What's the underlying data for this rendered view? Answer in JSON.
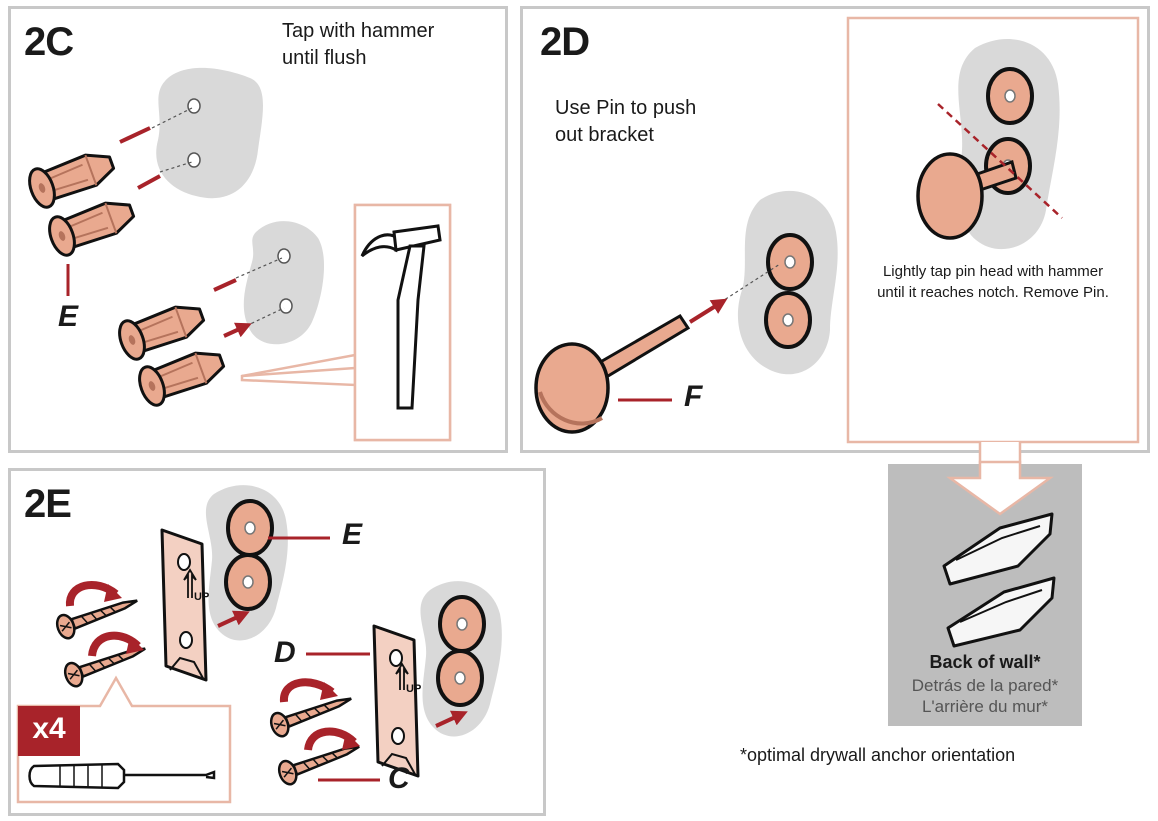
{
  "panel_2c": {
    "step": "2C",
    "instruction_line1": "Tap with hammer",
    "instruction_line2": "until flush",
    "part_label": "E"
  },
  "panel_2d": {
    "step": "2D",
    "instruction_line1": "Use Pin to push",
    "instruction_line2": "out bracket",
    "part_label": "F",
    "detail_note_line1": "Lightly tap pin head with hammer",
    "detail_note_line2": "until it reaches notch. Remove Pin."
  },
  "back_of_wall": {
    "title": "Back of wall*",
    "spanish": "Detrás de la pared*",
    "french": "L'arrière du mur*"
  },
  "footnote": "*optimal drywall anchor orientation",
  "panel_2e": {
    "step": "2E",
    "label_e": "E",
    "label_d": "D",
    "label_c": "C",
    "quantity_badge": "x4",
    "bracket_text": "UP"
  },
  "colors": {
    "copper": "#e9a98f",
    "copper_dark": "#b5735c",
    "accent_red": "#a8232a",
    "wall_gray": "#d9d9d9",
    "panel_border": "#c8c8c8",
    "callout_border": "#e8b7a6",
    "back_panel": "#bdbdbd"
  }
}
